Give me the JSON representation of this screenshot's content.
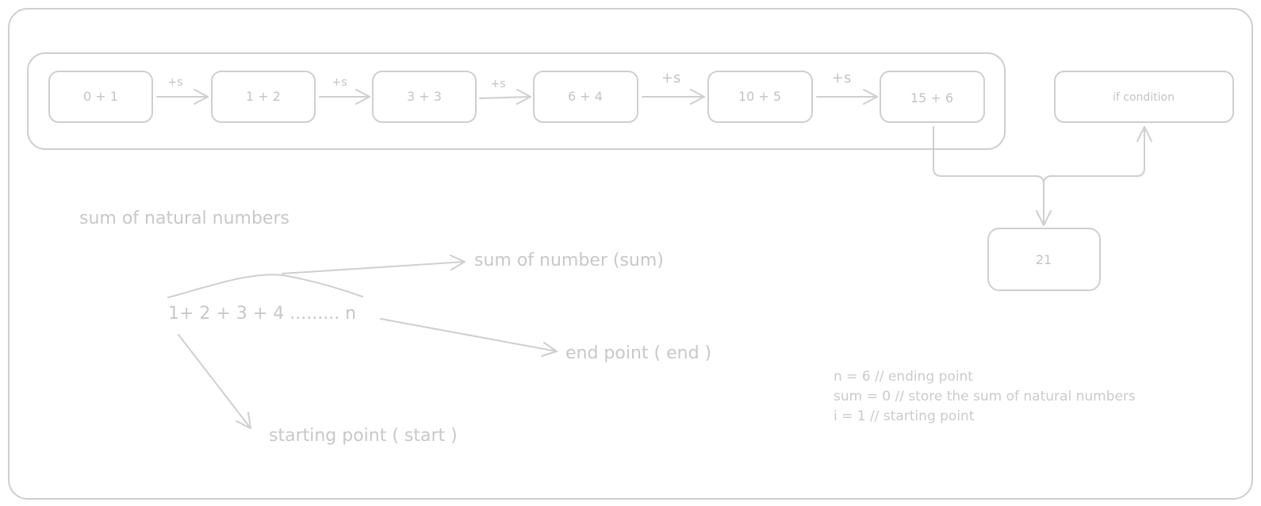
{
  "steps": [
    {
      "label": "0 + 1",
      "edge": "+s"
    },
    {
      "label": "1 + 2",
      "edge": "+s"
    },
    {
      "label": "3 + 3",
      "edge": "+s"
    },
    {
      "label": "6 + 4",
      "edge": "+s"
    },
    {
      "label": "10 + 5",
      "edge": "+s"
    },
    {
      "label": "15 + 6"
    }
  ],
  "condition_label": "if condition",
  "result_label": "21",
  "title": "sum of natural numbers",
  "series_expression": "1+ 2 + 3 + 4 ......... n",
  "annotations": {
    "sum": "sum of number (sum)",
    "end": "end point ( end )",
    "start": "starting point ( start )"
  },
  "code_lines": [
    "n = 6 // ending point",
    "sum = 0 // store the sum of natural numbers",
    "i = 1 // starting point"
  ]
}
